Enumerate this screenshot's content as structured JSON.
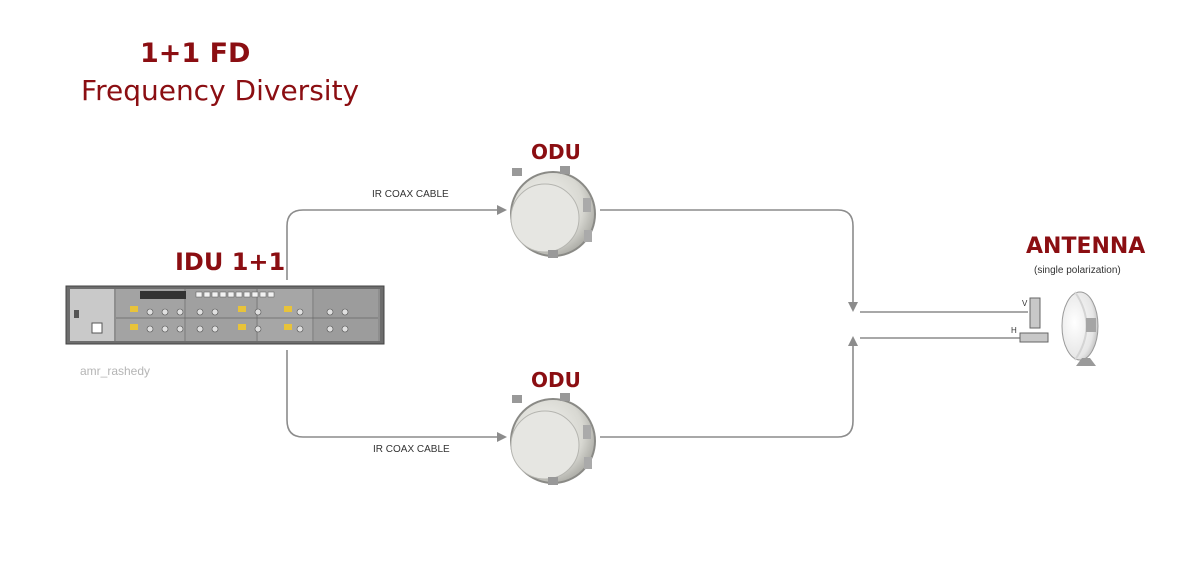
{
  "title": {
    "line1": "1+1 FD",
    "line2": "Frequency Diversity"
  },
  "idu": {
    "label": "IDU 1+1"
  },
  "odu_top": {
    "label": "ODU"
  },
  "odu_bottom": {
    "label": "ODU"
  },
  "cables": {
    "top": "IR COAX CABLE",
    "bottom": "IR COAX CABLE"
  },
  "antenna": {
    "label": "ANTENNA",
    "sublabel": "(single polarization)"
  },
  "polarization": {
    "v": "V",
    "h": "H"
  },
  "watermark": "amr_rashedy",
  "colors": {
    "accent": "#8b0e12",
    "line": "#8c8c8c"
  }
}
